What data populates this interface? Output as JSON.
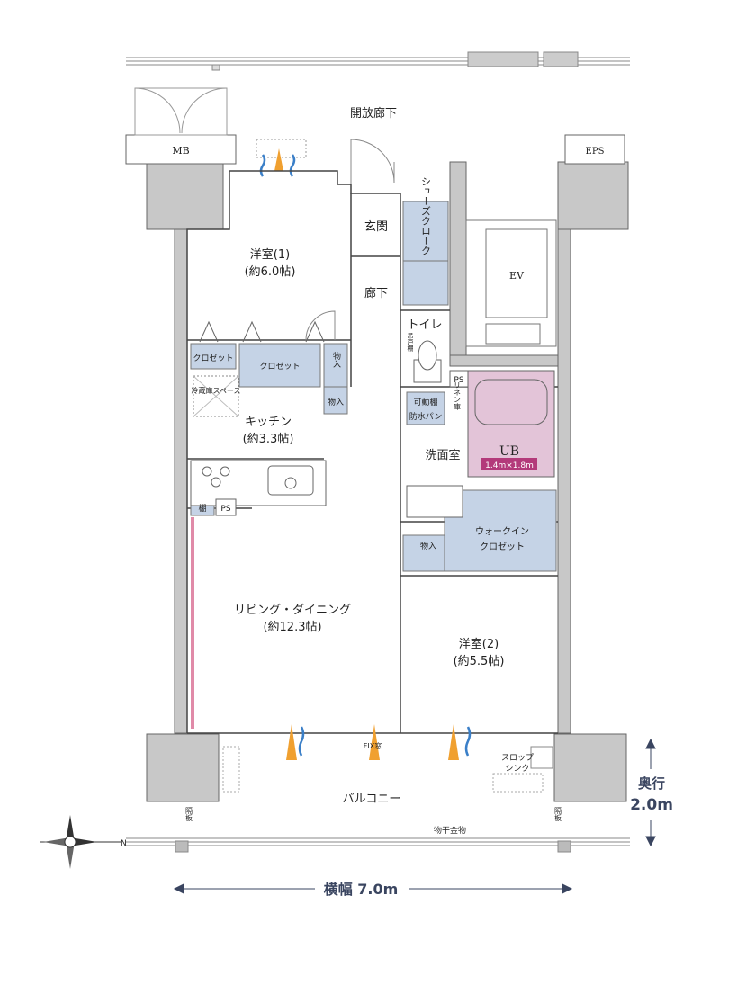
{
  "labels": {
    "corridor": "開放廊下",
    "mb": "MB",
    "eps": "EPS",
    "ev": "EV",
    "entrance": "玄関",
    "shoe_closet": "シューズクローク",
    "hallway": "廊下",
    "western1_name": "洋室(1)",
    "western1_size": "(約6.0帖)",
    "toilet": "トイレ",
    "hanging_shelf": "吊戸棚",
    "closet_a": "クロゼット",
    "closet_b": "クロゼット",
    "storage": "物入",
    "ps": "PS",
    "fridge": "冷蔵庫スペース",
    "movable_shelf": "可動棚",
    "waterproof_pan": "防水パン",
    "linen": "リネン庫",
    "kitchen_name": "キッチン",
    "kitchen_size": "(約3.3帖)",
    "ub": "UB",
    "ub_size": "1.4m×1.8m",
    "washroom": "洗面室",
    "shelf": "棚",
    "walkin1": "ウォークイン",
    "walkin2": "クロゼット",
    "living_name": "リビング・ダイニング",
    "living_size": "(約12.3帖)",
    "western2_name": "洋室(2)",
    "western2_size": "(約5.5帖)",
    "fix_window": "FIX窓",
    "slop1": "スロップ",
    "slop2": "シンク",
    "balcony": "バルコニー",
    "partition": "隔板",
    "laundry": "物干金物",
    "north": "N",
    "depth_label": "奥行",
    "depth_value": "2.0m",
    "width_label": "横幅 7.0m"
  },
  "colors": {
    "wall": "#c8c8c8",
    "storage_fill": "#c5d3e6",
    "bath_fill": "#e3c4d8",
    "bath_badge": "#b33a7a",
    "accent_pink": "#e08aa8",
    "vent_orange": "#f0a030",
    "vent_blue": "#3a7fc8",
    "dimension": "#3a4560"
  }
}
